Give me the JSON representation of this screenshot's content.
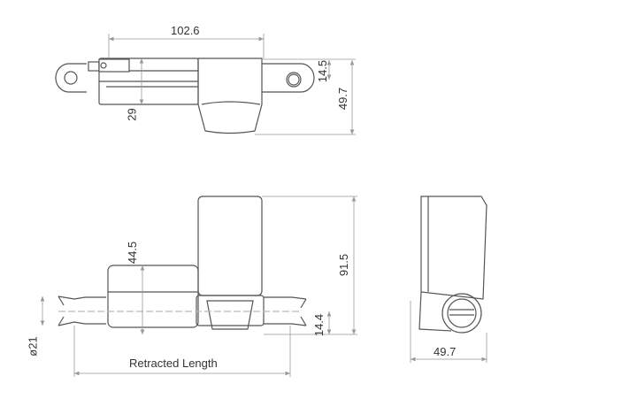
{
  "drawing": {
    "type": "linear actuator dimensional drawing",
    "top_view": {
      "dim_width": "102.6",
      "dim_height_small": "14.5",
      "dim_height_total": "49.7",
      "dim_offset": "29"
    },
    "front_view": {
      "dim_motor_height": "91.5",
      "dim_body_height": "44.5",
      "dim_axis": "14.4",
      "dim_diameter": "ø21",
      "retracted_length_label": "Retracted Length"
    },
    "side_view": {
      "dim_width": "49.7"
    }
  }
}
